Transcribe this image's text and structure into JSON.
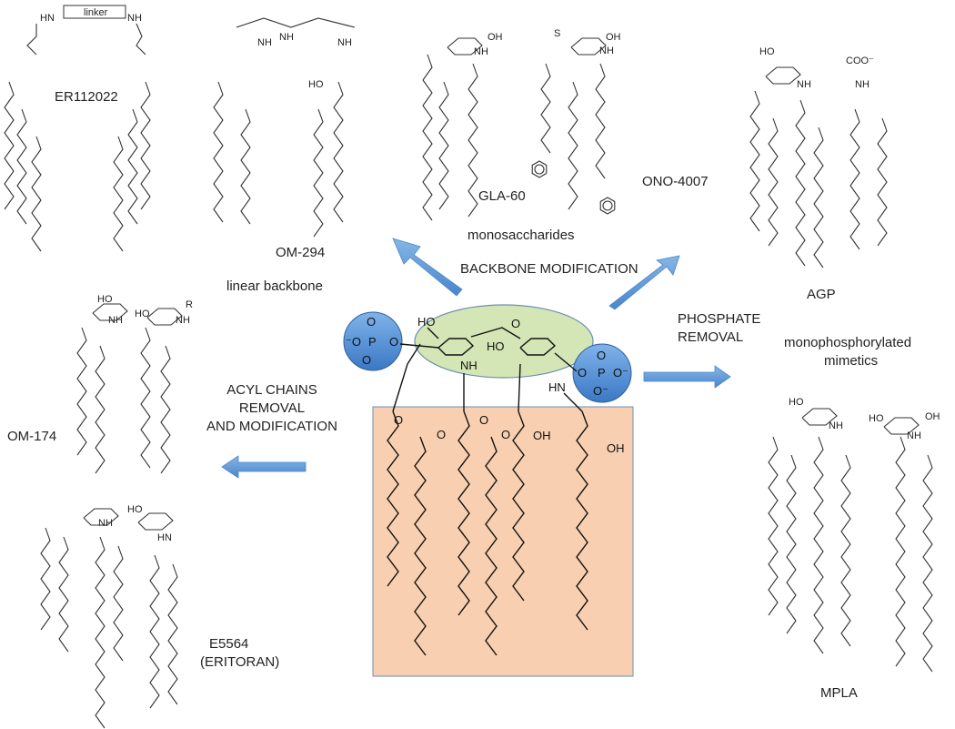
{
  "labels": {
    "er112022": "ER112022",
    "om294": "OM-294",
    "linear_backbone": "linear backbone",
    "gla60": "GLA-60",
    "ono4007": "ONO-4007",
    "monosaccharides": "monosaccharides",
    "backbone_modification": "BACKBONE MODIFICATION",
    "agp": "AGP",
    "phosphate_removal_1": "PHOSPHATE",
    "phosphate_removal_2": "REMOVAL",
    "mono_mimetics_1": "monophosphorylated",
    "mono_mimetics_2": "mimetics",
    "acyl_1": "ACYL CHAINS",
    "acyl_2": "REMOVAL",
    "acyl_3": "AND MODIFICATION",
    "om174": "OM-174",
    "e5564_1": "E5564",
    "e5564_2": "(ERITORAN)",
    "mpla": "MPLA"
  },
  "atoms": {
    "linker": "linker",
    "ho": "HO",
    "oh": "OH",
    "nh": "NH",
    "hn": "HN",
    "o": "O",
    "p": "P",
    "s": "S",
    "r": "R",
    "o_minus": "O⁻",
    "minus_o": "⁻O",
    "coo_minus": "COO⁻"
  },
  "colors": {
    "arrow": "#5b9bd5",
    "phosphate_circle": "#4f8ed6",
    "sugar_ellipse": "#d4e6b5",
    "lipid_box": "#f8cfb0"
  }
}
